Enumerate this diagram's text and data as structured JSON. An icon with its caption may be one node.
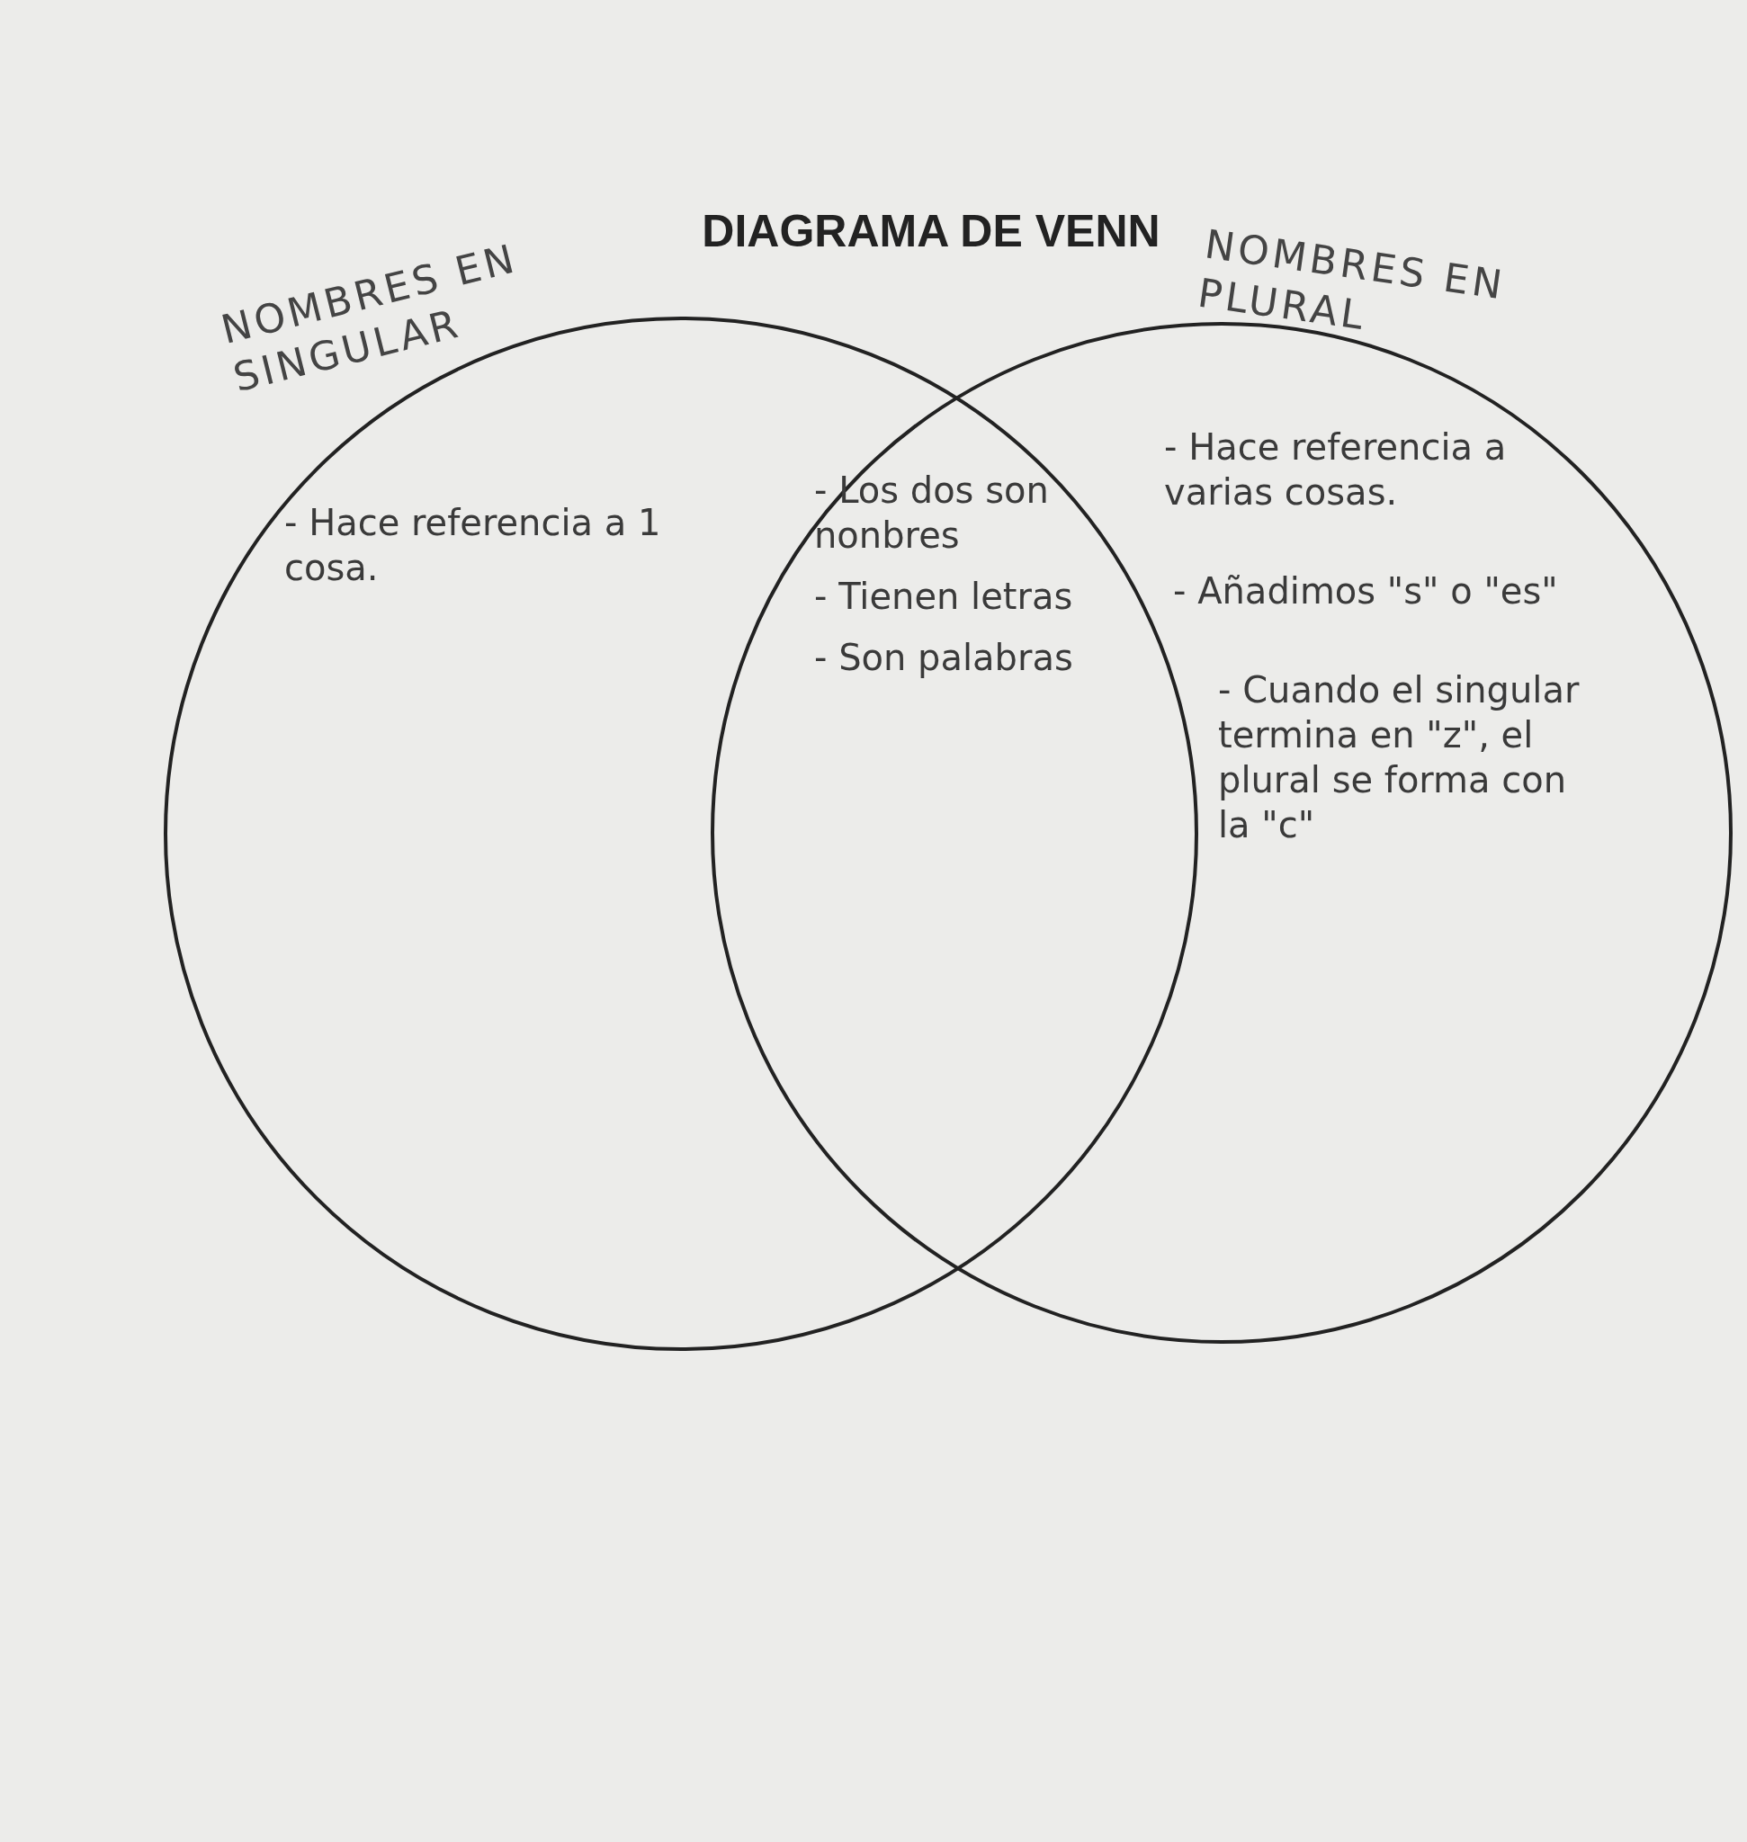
{
  "diagram": {
    "title": "DIAGRAMA DE VENN",
    "nodes": [
      {
        "text": [
          "NOMBRES EN SINGULAR",
          "- Hace referencia a 1 cosa."
        ]
      },
      {
        "text": [
          "NOMBRES EN PLURAL",
          "- Hace referencia a varias cosas.",
          "- Añadimos \"s\" o \"es\"",
          "- Cuando el singular termina en \"z\", el plural se forma con la \"c\""
        ]
      }
    ],
    "labels": [
      "- Los dos son nonbres",
      "- Tienen letras",
      "- Son palabras"
    ]
  }
}
